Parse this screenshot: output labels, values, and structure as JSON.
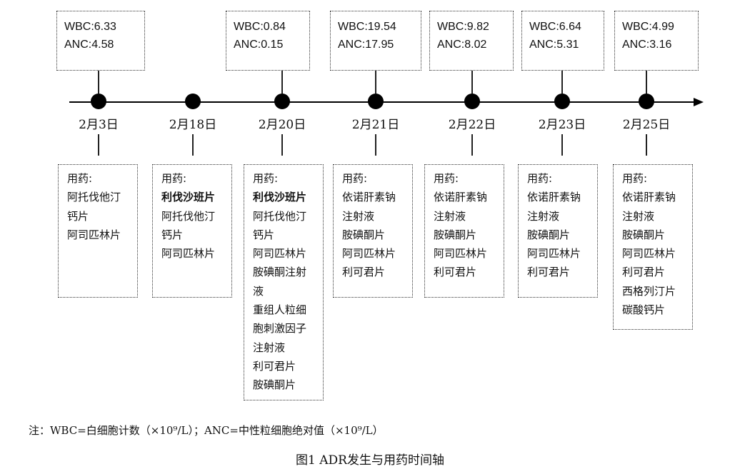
{
  "timeline": [
    {
      "date": "2月3日",
      "wbc": "WBC:6.33",
      "anc": "ANC:4.58",
      "meds": [
        {
          "text": "用药:",
          "bold": false
        },
        {
          "text": "阿托伐他汀",
          "bold": false
        },
        {
          "text": "钙片",
          "bold": false
        },
        {
          "text": "阿司匹林片",
          "bold": false
        }
      ]
    },
    {
      "date": "2月18日",
      "wbc": "",
      "anc": "",
      "meds": [
        {
          "text": "用药:",
          "bold": false
        },
        {
          "text": "利伐沙班片",
          "bold": true
        },
        {
          "text": "阿托伐他汀",
          "bold": false
        },
        {
          "text": "钙片",
          "bold": false
        },
        {
          "text": "阿司匹林片",
          "bold": false
        }
      ]
    },
    {
      "date": "2月20日",
      "wbc": "WBC:0.84",
      "anc": "ANC:0.15",
      "meds": [
        {
          "text": "用药:",
          "bold": false
        },
        {
          "text": "利伐沙班片",
          "bold": true
        },
        {
          "text": "阿托伐他汀",
          "bold": false
        },
        {
          "text": "钙片",
          "bold": false
        },
        {
          "text": "阿司匹林片",
          "bold": false
        },
        {
          "text": "胺碘酮注射",
          "bold": false
        },
        {
          "text": "液",
          "bold": false
        },
        {
          "text": "重组人粒细",
          "bold": false
        },
        {
          "text": "胞刺激因子",
          "bold": false
        },
        {
          "text": "注射液",
          "bold": false
        },
        {
          "text": "利可君片",
          "bold": false
        },
        {
          "text": "胺碘酮片",
          "bold": false
        }
      ]
    },
    {
      "date": "2月21日",
      "wbc": "WBC:19.54",
      "anc": "ANC:17.95",
      "meds": [
        {
          "text": "用药:",
          "bold": false
        },
        {
          "text": "依诺肝素钠",
          "bold": false
        },
        {
          "text": "注射液",
          "bold": false
        },
        {
          "text": "胺碘酮片",
          "bold": false
        },
        {
          "text": "阿司匹林片",
          "bold": false
        },
        {
          "text": "利可君片",
          "bold": false
        }
      ]
    },
    {
      "date": "2月22日",
      "wbc": "WBC:9.82",
      "anc": "ANC:8.02",
      "meds": [
        {
          "text": "用药:",
          "bold": false
        },
        {
          "text": "依诺肝素钠",
          "bold": false
        },
        {
          "text": "注射液",
          "bold": false
        },
        {
          "text": "胺碘酮片",
          "bold": false
        },
        {
          "text": "阿司匹林片",
          "bold": false
        },
        {
          "text": "利可君片",
          "bold": false
        }
      ]
    },
    {
      "date": "2月23日",
      "wbc": "WBC:6.64",
      "anc": "ANC:5.31",
      "meds": [
        {
          "text": "用药:",
          "bold": false
        },
        {
          "text": "依诺肝素钠",
          "bold": false
        },
        {
          "text": "注射液",
          "bold": false
        },
        {
          "text": "胺碘酮片",
          "bold": false
        },
        {
          "text": "阿司匹林片",
          "bold": false
        },
        {
          "text": "利可君片",
          "bold": false
        }
      ]
    },
    {
      "date": "2月25日",
      "wbc": "WBC:4.99",
      "anc": "ANC:3.16",
      "meds": [
        {
          "text": "用药:",
          "bold": false
        },
        {
          "text": "依诺肝素钠",
          "bold": false
        },
        {
          "text": "注射液",
          "bold": false
        },
        {
          "text": "胺碘酮片",
          "bold": false
        },
        {
          "text": "阿司匹林片",
          "bold": false
        },
        {
          "text": "利可君片",
          "bold": false
        },
        {
          "text": "西格列汀片",
          "bold": false
        },
        {
          "text": "碳酸钙片",
          "bold": false
        }
      ]
    }
  ],
  "note": "注：WBC=白细胞计数（×10⁹/L）；ANC=中性粒细胞绝对值（×10⁹/L）",
  "caption": "图1  ADR发生与用药时间轴"
}
